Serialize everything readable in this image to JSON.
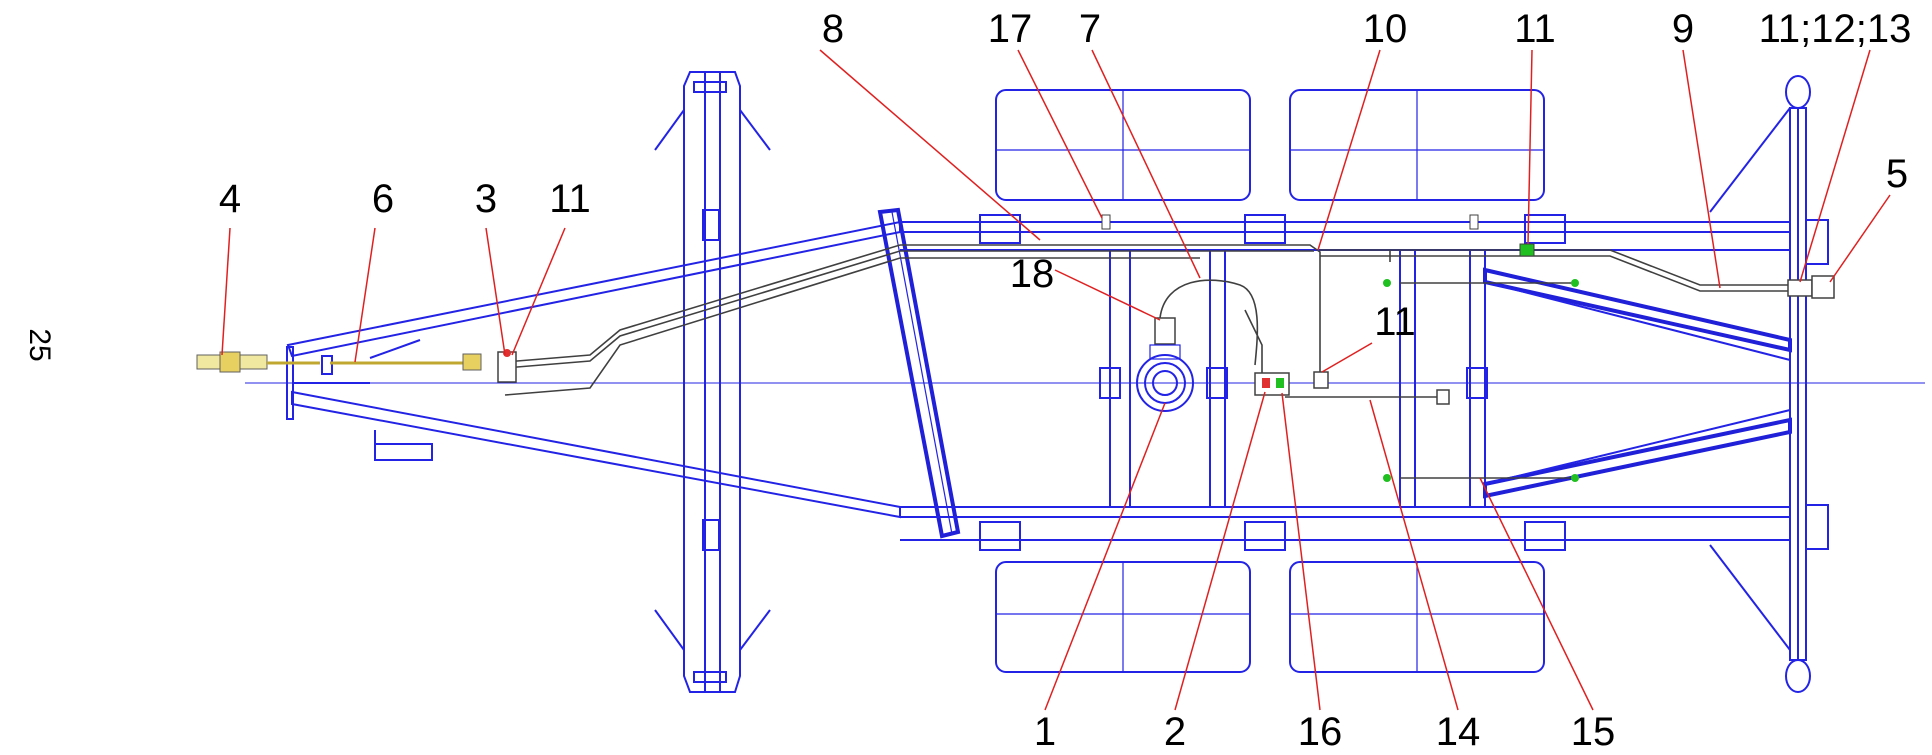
{
  "page_number": "25",
  "callouts": [
    {
      "id": "c4",
      "text": "4"
    },
    {
      "id": "c6",
      "text": "6"
    },
    {
      "id": "c3",
      "text": "3"
    },
    {
      "id": "c11a",
      "text": "11"
    },
    {
      "id": "c8",
      "text": "8"
    },
    {
      "id": "c17",
      "text": "17"
    },
    {
      "id": "c7",
      "text": "7"
    },
    {
      "id": "c10",
      "text": "10"
    },
    {
      "id": "c11b",
      "text": "11"
    },
    {
      "id": "c9",
      "text": "9"
    },
    {
      "id": "c111213",
      "text": "11;12;13"
    },
    {
      "id": "c5",
      "text": "5"
    },
    {
      "id": "c18",
      "text": "18"
    },
    {
      "id": "c11c",
      "text": "11"
    },
    {
      "id": "c1",
      "text": "1"
    },
    {
      "id": "c2",
      "text": "2"
    },
    {
      "id": "c16",
      "text": "16"
    },
    {
      "id": "c14",
      "text": "14"
    },
    {
      "id": "c15",
      "text": "15"
    }
  ],
  "colors": {
    "frame": "#2323e6",
    "leader": "#e02020",
    "pipe": "#404040",
    "fitting_green": "#20c020",
    "fitting_yellow": "#e8d060",
    "fitting_red": "#e03030"
  }
}
